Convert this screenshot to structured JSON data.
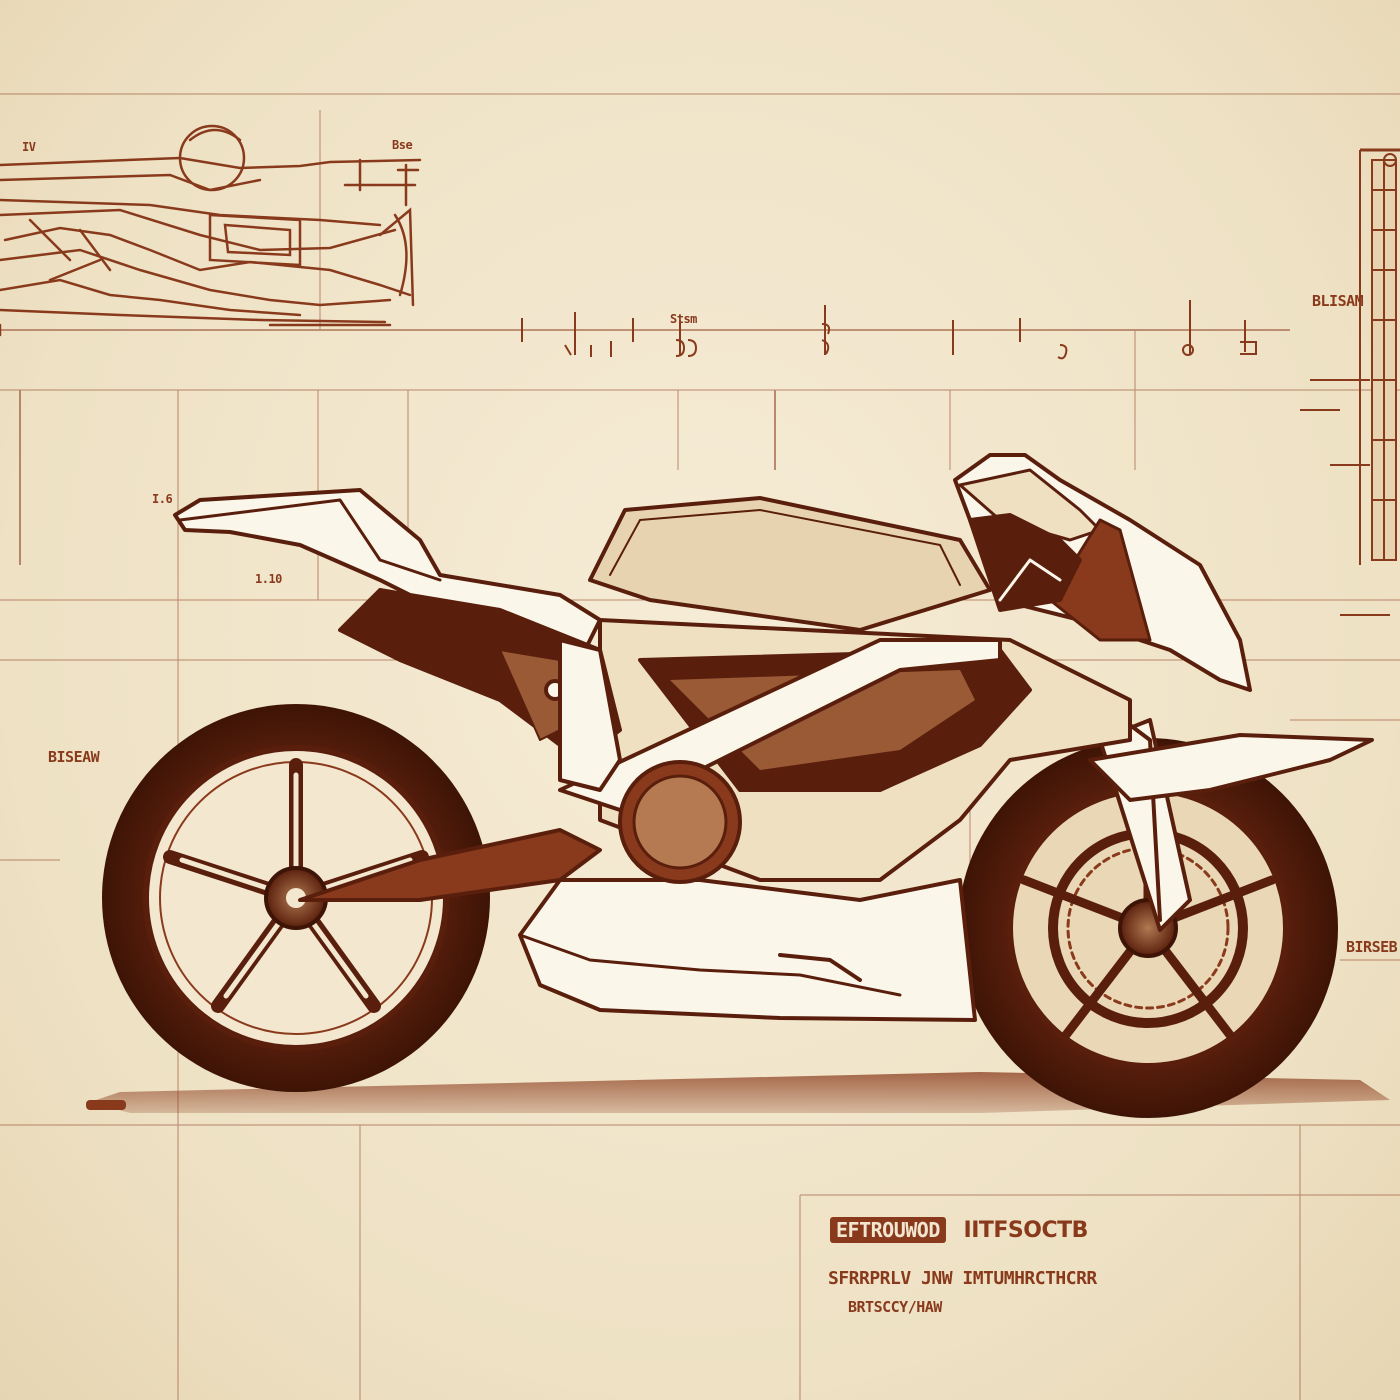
{
  "colors": {
    "paper": "#f1e6cf",
    "ink": "#8a3a1c",
    "ink_dark": "#5a1f0c",
    "highlight": "#fbf6ea"
  },
  "labels": {
    "top_left_mark": "IV",
    "top_sketch_note": "Bse",
    "dim_label_a": "Stsm",
    "right_header": "BLISAM",
    "left_mark": "I.6",
    "dim_small": "1.10",
    "left_side_label": "BISEAW",
    "right_side_label": "BIRSEB",
    "title_block": {
      "stamp": "EFTROUWOD",
      "title": "IITFSOCTB",
      "line_2": "SFRRPRLV JNW IMTUMHRCTHCRR",
      "line_3": "BRTSCCY/HAW"
    }
  },
  "icons": [
    "motorcycle-blueprint-drawing",
    "frame-sketch",
    "dimension-marker",
    "front-fork-detail"
  ]
}
